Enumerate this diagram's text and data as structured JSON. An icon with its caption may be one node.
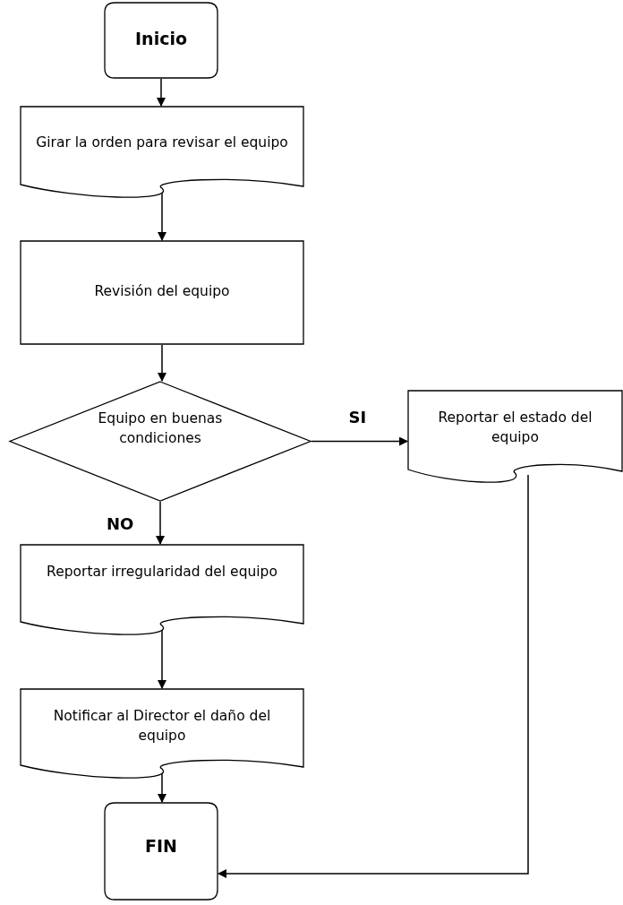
{
  "diagram": {
    "nodes": [
      {
        "text": [
          "Inicio"
        ]
      },
      {
        "text": [
          "Girar la orden para revisar el equipo"
        ]
      },
      {
        "text": [
          "Revisión del equipo"
        ]
      },
      {
        "text": [
          "Equipo en buenas condiciones"
        ]
      },
      {
        "text": [
          "Reportar el estado del equipo"
        ]
      },
      {
        "text": [
          "Reportar irregularidad del equipo"
        ]
      },
      {
        "text": [
          "Notificar al Director el daño del equipo"
        ]
      },
      {
        "text": [
          "FIN"
        ]
      }
    ],
    "edges": [
      {
        "from": 0,
        "to": 1,
        "arrow": "to"
      },
      {
        "from": 1,
        "to": 2,
        "arrow": "to"
      },
      {
        "from": 2,
        "to": 3,
        "arrow": "to"
      },
      {
        "from": 3,
        "to": 4,
        "arrow": "to",
        "label": "SI"
      },
      {
        "from": 3,
        "to": 5,
        "arrow": "to",
        "label": "NO"
      },
      {
        "from": 5,
        "to": 6,
        "arrow": "to"
      },
      {
        "from": 6,
        "to": 7,
        "arrow": "to"
      },
      {
        "from": 4,
        "to": 7,
        "arrow": "to"
      }
    ]
  }
}
